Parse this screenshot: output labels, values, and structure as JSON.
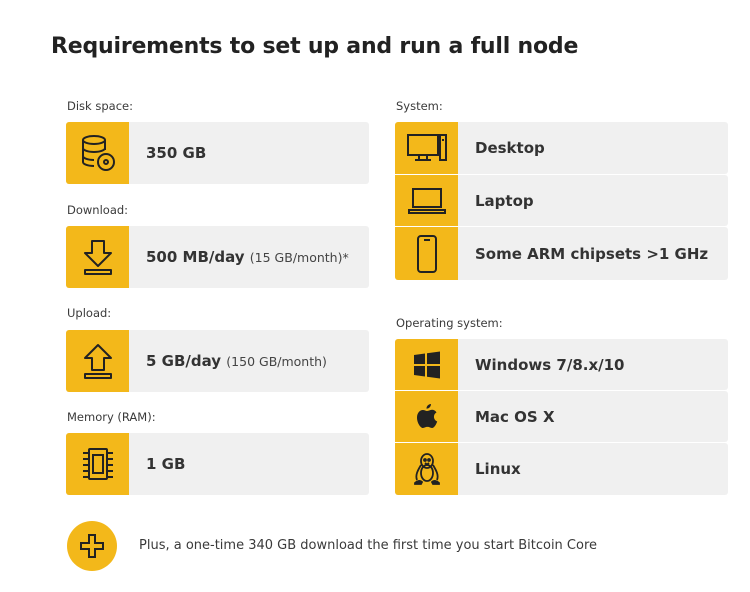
{
  "title": "Requirements to set up and run a full node",
  "disk": {
    "label": "Disk space:",
    "value": "350 GB",
    "icon": "database-disk-icon"
  },
  "download": {
    "label": "Download:",
    "value": "500 MB/day",
    "sub": "(15 GB/month)*",
    "icon": "download-icon"
  },
  "upload": {
    "label": "Upload:",
    "value": "5 GB/day",
    "sub": "(150 GB/month)",
    "icon": "upload-icon"
  },
  "memory": {
    "label": "Memory (RAM):",
    "value": "1 GB",
    "icon": "chip-icon"
  },
  "system": {
    "label": "System:",
    "items": [
      {
        "value": "Desktop",
        "icon": "desktop-icon"
      },
      {
        "value": "Laptop",
        "icon": "laptop-icon"
      },
      {
        "value": "Some ARM chipsets >1 GHz",
        "icon": "phone-icon"
      }
    ]
  },
  "os": {
    "label": "Operating system:",
    "items": [
      {
        "value": "Windows 7/8.x/10",
        "icon": "windows-icon"
      },
      {
        "value": "Mac OS X",
        "icon": "apple-icon"
      },
      {
        "value": "Linux",
        "icon": "linux-icon"
      }
    ]
  },
  "footer": {
    "text": "Plus, a one-time 340 GB download the first time you start Bitcoin Core",
    "icon": "plus-icon"
  },
  "colors": {
    "accent": "#f3b81a",
    "row_bg": "#f0f0f0"
  }
}
